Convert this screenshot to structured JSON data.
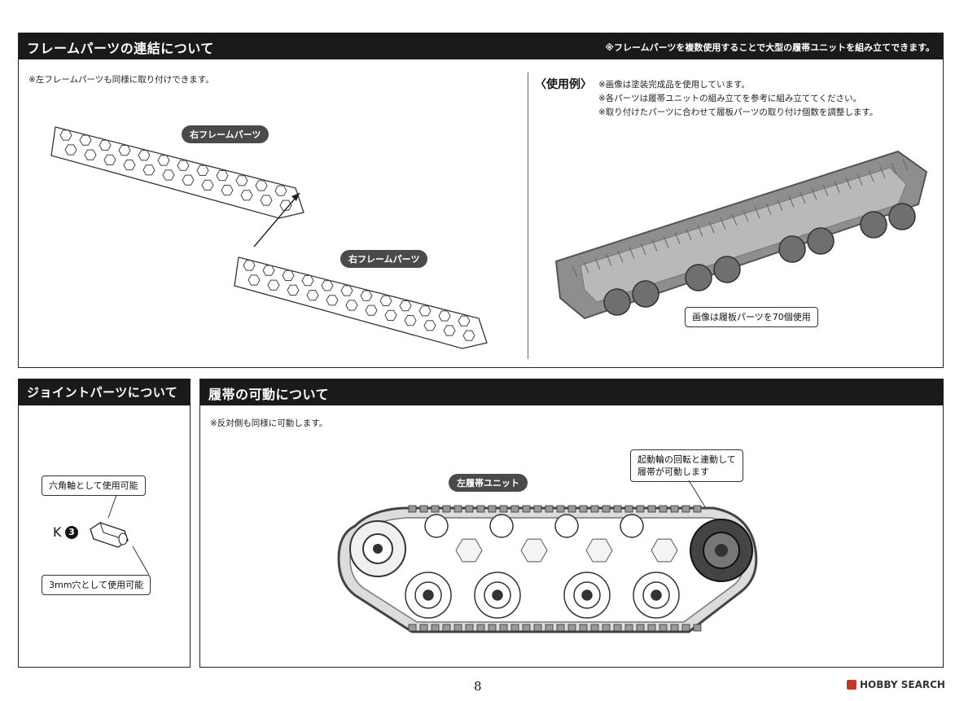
{
  "frame": {
    "title": "フレームパーツの連結について",
    "header_note": "※フレームパーツを複数使用することで大型の履帯ユニットを組み立てできます。",
    "left_note": "※左フレームパーツも同様に取り付けできます。",
    "label_top": "右フレームパーツ",
    "label_bottom": "右フレームパーツ",
    "example_heading": "〈使用例〉",
    "example_notes": [
      "※画像は塗装完成品を使用しています。",
      "※各パーツは履帯ユニットの組み立てを参考に組み立ててください。",
      "※取り付けたパーツに合わせて履板パーツの取り付け個数を調整します。"
    ],
    "photo_caption": "画像は履板パーツを70個使用"
  },
  "joint": {
    "title": "ジョイントパーツについて",
    "label_hex": "六角軸として使用可能",
    "part_letter": "K",
    "part_number": "3",
    "label_hole": "3mm穴として使用可能"
  },
  "track": {
    "title": "履帯の可動について",
    "note": "※反対側も同様に可動します。",
    "unit_label": "左履帯ユニット",
    "drive_label_line1": "起動輪の回転と連動して",
    "drive_label_line2": "履帯が可動します"
  },
  "footer": {
    "page_number": "8",
    "watermark": "HOBBY SEARCH"
  }
}
